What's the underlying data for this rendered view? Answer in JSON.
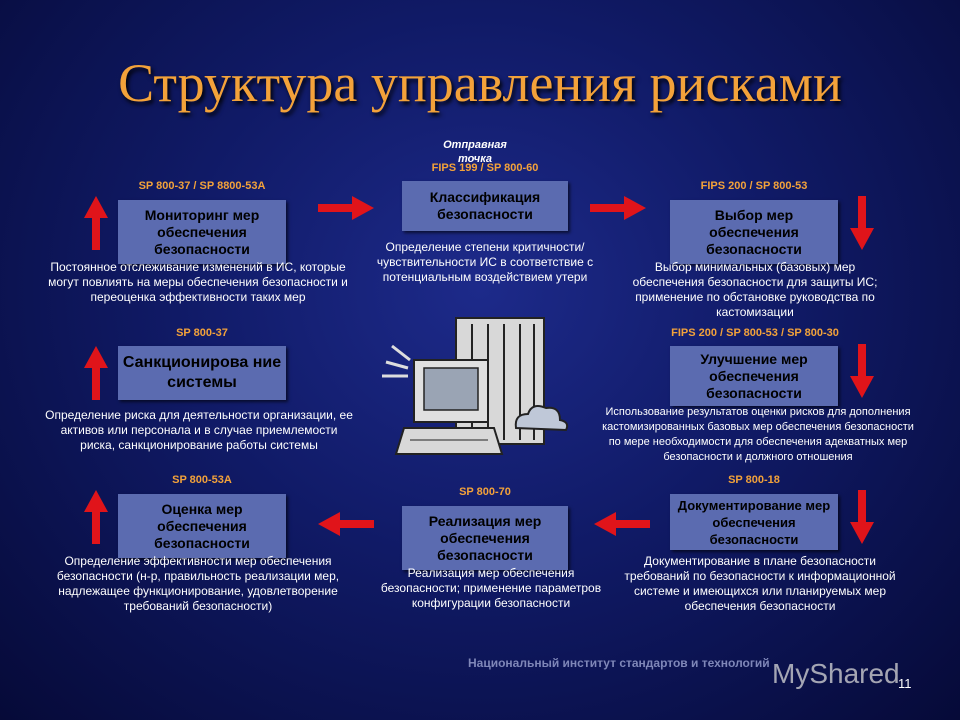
{
  "title": "Структура управления рисками",
  "start_label": "Отправная точка",
  "boxes": {
    "classification": "Классификация безопасности",
    "selection": "Выбор мер обеспечения безопасности",
    "improvement": "Улучшение мер обеспечения безопасности",
    "documentation": "Документирование мер обеспечения безопасности",
    "implementation": "Реализация мер обеспечения безопасности",
    "assessment": "Оценка мер обеспечения безопасности",
    "authorization": "Санкционирова ние системы",
    "monitoring": "Мониторинг мер обеспечения безопасности"
  },
  "standards": {
    "classification": "FIPS 199 / SP 800-60",
    "selection": "FIPS 200 / SP 800-53",
    "improvement": "FIPS 200 / SP 800-53 / SP 800-30",
    "documentation": "SP 800-18",
    "implementation": "SP 800-70",
    "assessment": "SP 800-53A",
    "authorization": "SP 800-37",
    "monitoring": "SP 800-37 / SP 8800-53A"
  },
  "descriptions": {
    "classification": "Определение степени критичности/чувствительности ИС в соответствие с потенциальным воздействием утери",
    "selection": "Выбор минимальных (базовых) мер обеспечения безопасности для защиты ИС; применение по обстановке руководства по кастомизации",
    "improvement": "Использование результатов оценки рисков для дополнения кастомизированных базовых мер обеспечения безопасности по мере необходимости для обеспечения адекватных мер безопасности и должного отношения",
    "documentation": "Документирование в плане безопасности требований по безопасности к информационной системе и имеющихся или планируемых мер обеспечения безопасности",
    "implementation": "Реализация мер обеспечения безопасности; применение параметров конфигурации безопасности",
    "assessment": "Определение эффективности мер обеспечения безопасности (н-р, правильность реализации мер, надлежащее функционирование, удовлетворение требований безопасности)",
    "authorization": "Определение риска для деятельности организации, ее активов или персонала и в случае приемлемости риска, санкционирование работы системы",
    "monitoring": "Постоянное отслеживание изменений в ИС, которые могут повлиять на меры обеспечения безопасности и переоценка эффективности таких мер"
  },
  "footer": "Национальный институт стандартов и технологий",
  "watermark": "MyShared",
  "page_number": "11",
  "colors": {
    "title": "#f3a23a",
    "box": "#5b6bb0",
    "arrow": "#e0141a",
    "standard": "#f3a23a"
  }
}
